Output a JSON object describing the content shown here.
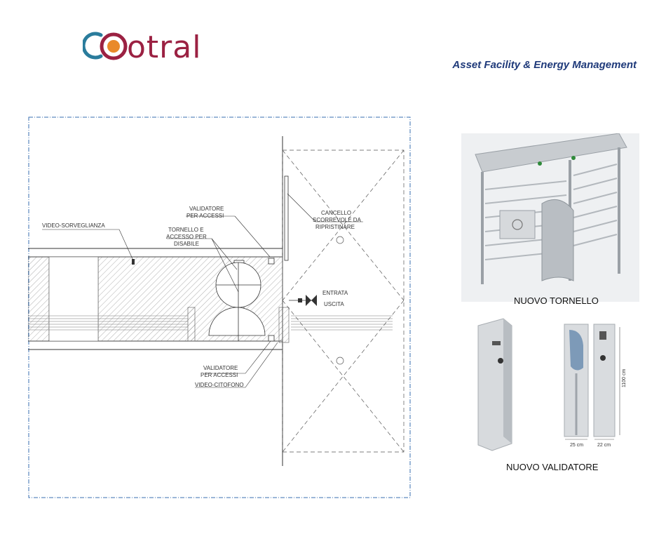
{
  "header": {
    "logo_text": "otral",
    "tagline": "Asset Facility & Energy Management"
  },
  "plan": {
    "labels": {
      "video_sorveglianza": "VIDEO-SORVEGLIANZA",
      "validatore_top_1": "VALIDATORE",
      "validatore_top_2": "PER ACCESSI",
      "tornello_1": "TORNELLO E",
      "tornello_2": "ACCESSO PER",
      "tornello_3": "DISABILE",
      "cancello_1": "CANCELLO",
      "cancello_2": "SCORREVOLE DA",
      "cancello_3": "RIPRISTINARE",
      "entrata": "ENTRATA",
      "uscita": "USCITA",
      "validatore_bottom_1": "VALIDATORE",
      "validatore_bottom_2": "PER ACCESSI",
      "video_citofono": "VIDEO-CITOFONO"
    }
  },
  "products": {
    "turnstile_caption": "NUOVO TORNELLO",
    "validator_caption": "NUOVO VALIDATORE",
    "dim_height": "1100 cm",
    "dim_width_1": "25 cm",
    "dim_width_2": "22 cm"
  },
  "colors": {
    "brand_red": "#9b2142",
    "brand_teal": "#2a7c9c",
    "brand_orange": "#e98a2a",
    "tagline_blue": "#1f3a7a",
    "frame_blue": "#3a6fb0"
  }
}
